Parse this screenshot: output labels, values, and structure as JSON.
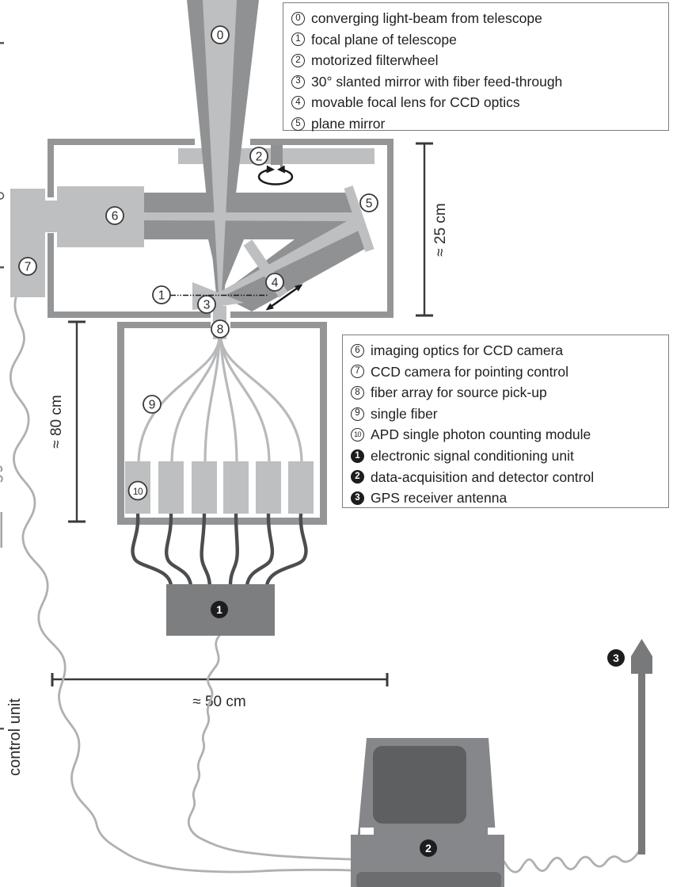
{
  "legend_top": {
    "items": [
      {
        "num": "0",
        "label": "converging light-beam from telescope"
      },
      {
        "num": "1",
        "label": "focal plane of telescope"
      },
      {
        "num": "2",
        "label": "motorized filterwheel"
      },
      {
        "num": "3",
        "label": "30° slanted mirror with fiber feed-through"
      },
      {
        "num": "4",
        "label": "movable focal lens for CCD optics"
      },
      {
        "num": "5",
        "label": "plane mirror"
      }
    ]
  },
  "legend_bottom": {
    "items": [
      {
        "num": "6",
        "label": "imaging optics for CCD camera"
      },
      {
        "num": "7",
        "label": "CCD camera for pointing control"
      },
      {
        "num": "8",
        "label": "fiber array for source pick-up"
      },
      {
        "num": "9",
        "label": "single fiber"
      },
      {
        "num": "10",
        "label": "APD single photon counting module"
      },
      {
        "num": "1",
        "label": "electronic signal conditioning unit",
        "filled": true
      },
      {
        "num": "2",
        "label": "data-acquisition and detector control",
        "filled": true
      },
      {
        "num": "3",
        "label": "GPS receiver antenna",
        "filled": true
      }
    ]
  },
  "dimensions": {
    "optics_box_height": "≈ 25 cm",
    "fiber_box_height": "≈ 80 cm",
    "base_width": "≈ 50 cm"
  },
  "side_caption": "control unit",
  "markers": {
    "m0": "0",
    "m1": "1",
    "m2": "2",
    "m3": "3",
    "m4": "4",
    "m5": "5",
    "m6": "6",
    "m7": "7",
    "m8": "8",
    "m9": "9",
    "m10": "10",
    "e1": "1",
    "e2": "2",
    "e3": "3"
  },
  "colors": {
    "beam_dark": "#8f9193",
    "beam_light": "#bdbfc1",
    "frame": "#939597",
    "signal_unit": "#7c7e80",
    "computer_body": "#85878a",
    "computer_screen": "#5d5f61",
    "cable_light": "#aeb0b2",
    "cable_dark": "#4b4d4f",
    "badge_fill": "#1d1d1f",
    "ink": "#2b2b2d"
  }
}
